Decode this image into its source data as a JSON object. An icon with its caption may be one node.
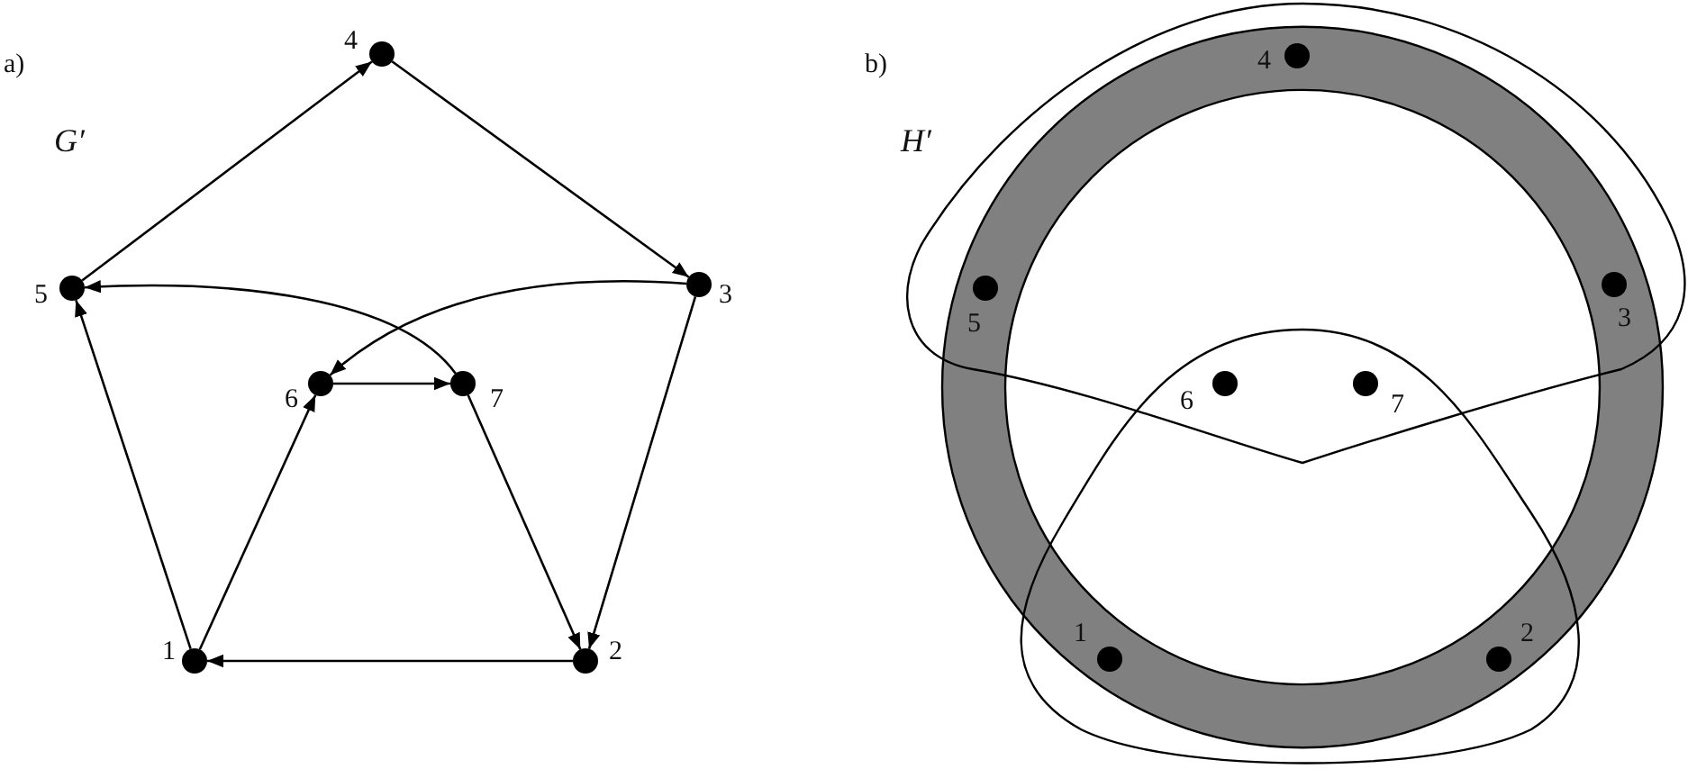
{
  "diagram": {
    "nodes": [
      {
        "text": [
          "1"
        ]
      },
      {
        "text": [
          "2"
        ]
      },
      {
        "text": [
          "3"
        ]
      },
      {
        "text": [
          "4"
        ]
      },
      {
        "text": [
          "5"
        ]
      },
      {
        "text": [
          "6"
        ]
      },
      {
        "text": [
          "7"
        ]
      },
      {
        "text": [
          "1"
        ]
      },
      {
        "text": [
          "2"
        ]
      },
      {
        "text": [
          "3"
        ]
      },
      {
        "text": [
          "4"
        ]
      },
      {
        "text": [
          "5"
        ]
      },
      {
        "text": [
          "6"
        ]
      },
      {
        "text": [
          "7"
        ]
      }
    ],
    "edges": [
      {
        "from": 4,
        "to": 3,
        "arrow": "to"
      },
      {
        "from": 3,
        "to": 2,
        "arrow": "to"
      },
      {
        "from": 2,
        "to": 1,
        "arrow": "to"
      },
      {
        "from": 1,
        "to": 0,
        "arrow": "to"
      },
      {
        "from": 0,
        "to": 4,
        "arrow": "to"
      },
      {
        "from": 0,
        "to": 5,
        "arrow": "to"
      },
      {
        "from": 5,
        "to": 6,
        "arrow": "to"
      },
      {
        "from": 6,
        "to": 1,
        "arrow": "to"
      },
      {
        "from": 6,
        "to": 4,
        "arrow": "to"
      },
      {
        "from": 2,
        "to": 5,
        "arrow": "to"
      }
    ],
    "labels": [
      "a)",
      "G′",
      "b)",
      "H′"
    ]
  }
}
